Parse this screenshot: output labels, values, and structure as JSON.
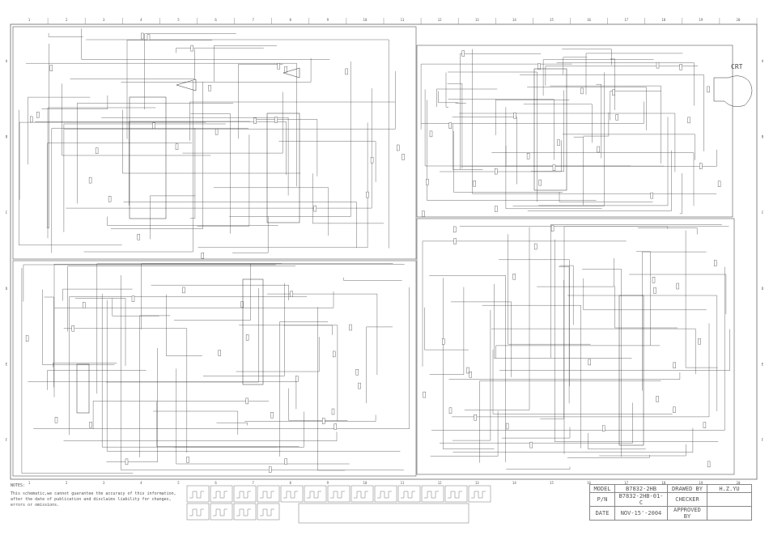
{
  "frame": {
    "columns": [
      "1",
      "2",
      "3",
      "4",
      "5",
      "6",
      "7",
      "8",
      "9",
      "10",
      "11",
      "12",
      "13",
      "14",
      "15",
      "16",
      "17",
      "18",
      "19",
      "20"
    ],
    "rows": [
      "A",
      "B",
      "C",
      "D",
      "E",
      "F"
    ]
  },
  "crt_label": "CRT",
  "notes": {
    "heading": "NOTES:",
    "lines": [
      "This schematic,we cannot guarantee the accuracy of this information,",
      "after the date of publication and disclaims liability for changes,",
      "errors or omissions."
    ]
  },
  "title_block": {
    "model_label": "MODEL",
    "model": "B7832-2HB",
    "drawn_label": "DRAWED BY",
    "drawn": "H.Z.YU",
    "pn_label": "P/N",
    "pn": "B7832-2HB-01-C",
    "checker_label": "CHECKER",
    "checker": "",
    "date_label": "DATE",
    "date": "NOV-15'-2004",
    "approved_label": "APPROVED BY",
    "approved": ""
  }
}
